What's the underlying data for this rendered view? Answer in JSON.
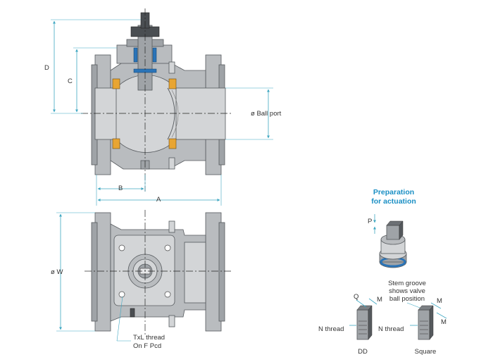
{
  "dimensions": {
    "d": "D",
    "c": "C",
    "b": "B",
    "a": "A",
    "ball_port": "ø Ball port",
    "w": "ø W"
  },
  "bottom_view": {
    "thread_line1": "TxL thread",
    "thread_line2": "On F Pcd"
  },
  "actuation": {
    "title_line1": "Preparation",
    "title_line2": "for actuation",
    "p": "P",
    "stem_groove_line1": "Stem groove",
    "stem_groove_line2": "shows valve",
    "stem_groove_line3": "ball position",
    "q": "Q",
    "m_dd": "M",
    "m_sq_top": "M",
    "m_sq_side": "M",
    "n_thread_dd": "N thread",
    "n_thread_sq": "N thread",
    "dd": "DD",
    "square": "Square"
  },
  "colors": {
    "accent": "#1a8fc4",
    "dimension": "#3fa7c2",
    "seat": "#e8a532",
    "stem_seal": "#2a74b8"
  }
}
